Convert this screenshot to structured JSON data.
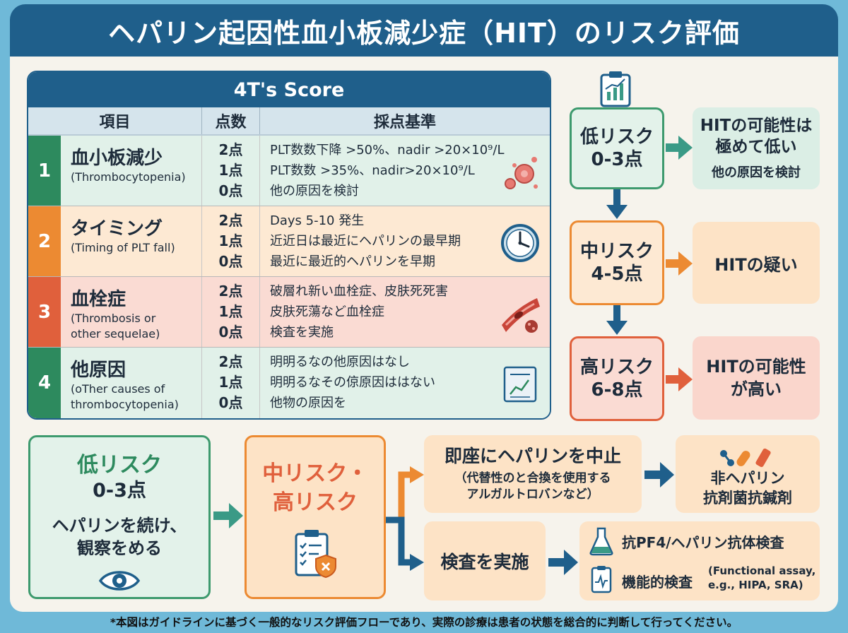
{
  "header": {
    "title": "ヘパリン起因性血小板減少症（HIT）のリスク評価"
  },
  "table": {
    "title": "4T's Score",
    "columns": [
      "項目",
      "点数",
      "採点基準"
    ],
    "rows": [
      {
        "num": "1",
        "name": "血小板減少",
        "sub": "(Thrombocytopenia)",
        "points": [
          "2点",
          "1点",
          "0点"
        ],
        "criteria": [
          "PLT数数下降 >50%、nadir >20×10⁹/L",
          "PLT数数 >35%、nadir>20×10⁹/L",
          "他の原因を検討"
        ],
        "icon": "blood-cells-icon"
      },
      {
        "num": "2",
        "name": "タイミング",
        "sub": "(Timing of PLT fall)",
        "points": [
          "2点",
          "1点",
          "0点"
        ],
        "criteria": [
          "Days 5-10 発生",
          "近近日は最近にヘパリンの最早期",
          "最近に最近的ヘパリンを早期"
        ],
        "icon": "clock-icon"
      },
      {
        "num": "3",
        "name": "血栓症",
        "sub": "(Thrombosis or other sequelae)",
        "sub_lines": [
          "(Thrombosis or",
          "other sequelae)"
        ],
        "points": [
          "2点",
          "1点",
          "0点"
        ],
        "criteria": [
          "破層れ新い血栓症、皮肤死死害",
          "皮肤死蕩など血栓症",
          "検査を実施"
        ],
        "icon": "vessel-clot-icon"
      },
      {
        "num": "4",
        "name": "他原因",
        "sub_lines": [
          "(oTher causes of",
          "thrombocytopenia)"
        ],
        "points": [
          "2点",
          "1点",
          "0点"
        ],
        "criteria": [
          "明明るなの他原因はなし",
          "明明るなその倞原因ははない",
          "他物の原因を"
        ],
        "icon": "chart-document-icon"
      }
    ]
  },
  "risk_levels": {
    "low": {
      "label": "低リスク",
      "range": "0-3点",
      "result_lines": [
        "HITの可能性は",
        "極めて低い"
      ],
      "result_sub": "他の原因を検討"
    },
    "mid": {
      "label": "中リスク",
      "range": "4-5点",
      "result_lines": [
        "HITの疑い"
      ]
    },
    "high": {
      "label": "高リスク",
      "range": "6-8点",
      "result_lines": [
        "HITの可能性",
        "が高い"
      ]
    }
  },
  "flow": {
    "low_box": {
      "label": "低リスク",
      "range": "0-3点",
      "action_lines": [
        "ヘパリンを続け、",
        "観察をめる"
      ]
    },
    "midhigh_box": {
      "lines": [
        "中リスク・",
        "高リスク"
      ]
    },
    "stop": {
      "title": "即座にヘパリンを中止",
      "detail_lines": [
        "（代替性のと合換を使用する",
        "アルガルトロバンなど）"
      ]
    },
    "nonhep": {
      "lines": [
        "非ヘパリン",
        "抗剤菌抗鍼剤"
      ]
    },
    "test": {
      "title": "検査を実施"
    },
    "tests": {
      "antibody": "抗PF4/ヘパリン抗体検査",
      "functional": "機能的検査",
      "functional_detail_lines": [
        "(Functional assay,",
        "e.g., HIPA, SRA)"
      ]
    }
  },
  "footnote": "*本図はガイドラインに基づく一般的なリスク評価フローであり、実際の診療は患者の状態を総合的に判断して行ってください。",
  "colors": {
    "navy": "#1f5f8b",
    "green": "#2d8a5e",
    "orange": "#ec8a32",
    "red": "#e0603c",
    "teal_arrow": "#3a9a86"
  }
}
